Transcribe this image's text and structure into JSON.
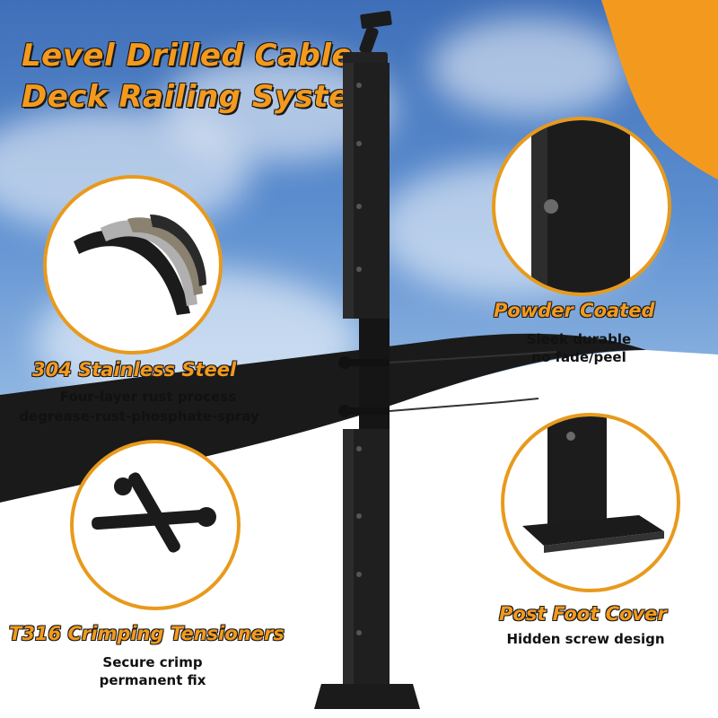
{
  "headline": {
    "line1": "Level Drilled Cable",
    "line2": "Deck Railing System"
  },
  "features": {
    "stainless": {
      "title": "304 Stainless Steel",
      "desc_line1": "Four-layer rust  process",
      "desc_line2": "degrease-rust-phosphate-spray",
      "icon": "layered-steel-icon"
    },
    "tensioners": {
      "title": "T316 Crimping Tensioners",
      "desc_line1": "Secure crimp",
      "desc_line2": "permanent fix",
      "icon": "crimp-tensioner-icon"
    },
    "powder": {
      "title": "Powder Coated",
      "desc_line1": "Sleek durable",
      "desc_line2": "no fade/peel",
      "icon": "post-closeup-icon"
    },
    "foot": {
      "title": "Post Foot Cover",
      "desc_line1": "Hidden screw design",
      "icon": "post-base-icon"
    }
  },
  "colors": {
    "accent": "#f39a1e",
    "post": "#1b1b1b",
    "sky_top": "#3f6fb8"
  }
}
